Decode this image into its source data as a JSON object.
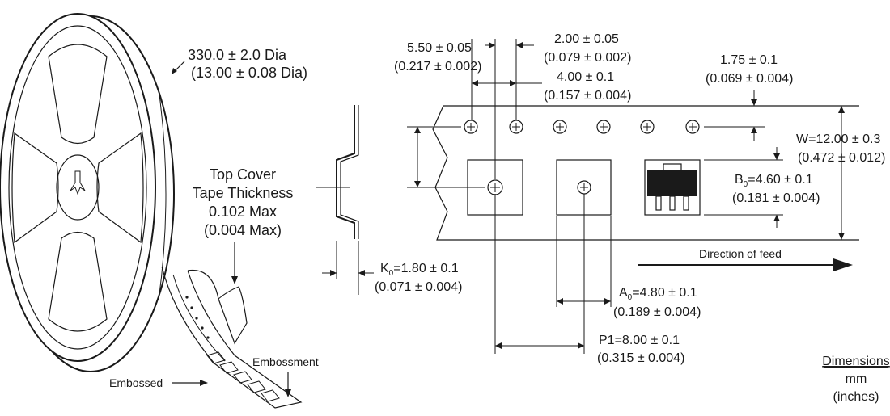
{
  "reel": {
    "diameter_mm": "330.0 ± 2.0 Dia",
    "diameter_in": "(13.00 ± 0.08 Dia)",
    "cover_line1": "Top Cover",
    "cover_line2": "Tape Thickness",
    "cover_line3": "0.102 Max",
    "cover_line4": "(0.004 Max)",
    "embossment": "Embossment",
    "embossed": "Embossed"
  },
  "profile": {
    "k0_label": "=1.80 ± 0.1",
    "k0_sub": "0",
    "k0_prefix": "K",
    "k0_in": "(0.071 ± 0.004)"
  },
  "tape": {
    "hole_dia_mm": "5.50 ± 0.05",
    "hole_dia_in": "(0.217 ± 0.002)",
    "p2_mm": "2.00 ± 0.05",
    "p2_in": "(0.079 ± 0.002)",
    "p0_mm": "4.00 ± 0.1",
    "p0_in": "(0.157 ± 0.004)",
    "edge_mm": "1.75 ± 0.1",
    "edge_in": "(0.069 ± 0.004)",
    "w_mm": "W=12.00 ± 0.3",
    "w_in": "(0.472 ± 0.012)",
    "b0_prefix": "B",
    "b0_sub": "0",
    "b0_mm": "=4.60 ± 0.1",
    "b0_in": "(0.181 ± 0.004)",
    "direction": "Direction of feed",
    "a0_prefix": "A",
    "a0_sub": "0",
    "a0_mm": "=4.80 ± 0.1",
    "a0_in": "(0.189 ± 0.004)",
    "p1_mm": "P1=8.00 ± 0.1",
    "p1_in": "(0.315 ± 0.004)"
  },
  "units": {
    "title": "Dimensions",
    "line1": "mm",
    "line2": "(inches)"
  }
}
